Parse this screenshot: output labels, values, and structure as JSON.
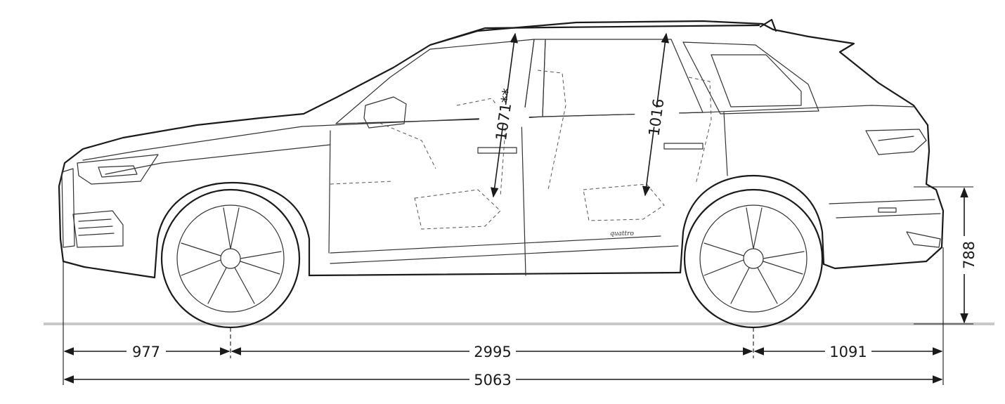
{
  "dimensions": {
    "front_overhang": "977",
    "wheelbase": "2995",
    "rear_overhang": "1091",
    "overall_length": "5063",
    "front_headroom": "1071**",
    "rear_headroom": "1016",
    "loading_sill_height": "788"
  },
  "badges": {
    "side_script": "quattro"
  }
}
